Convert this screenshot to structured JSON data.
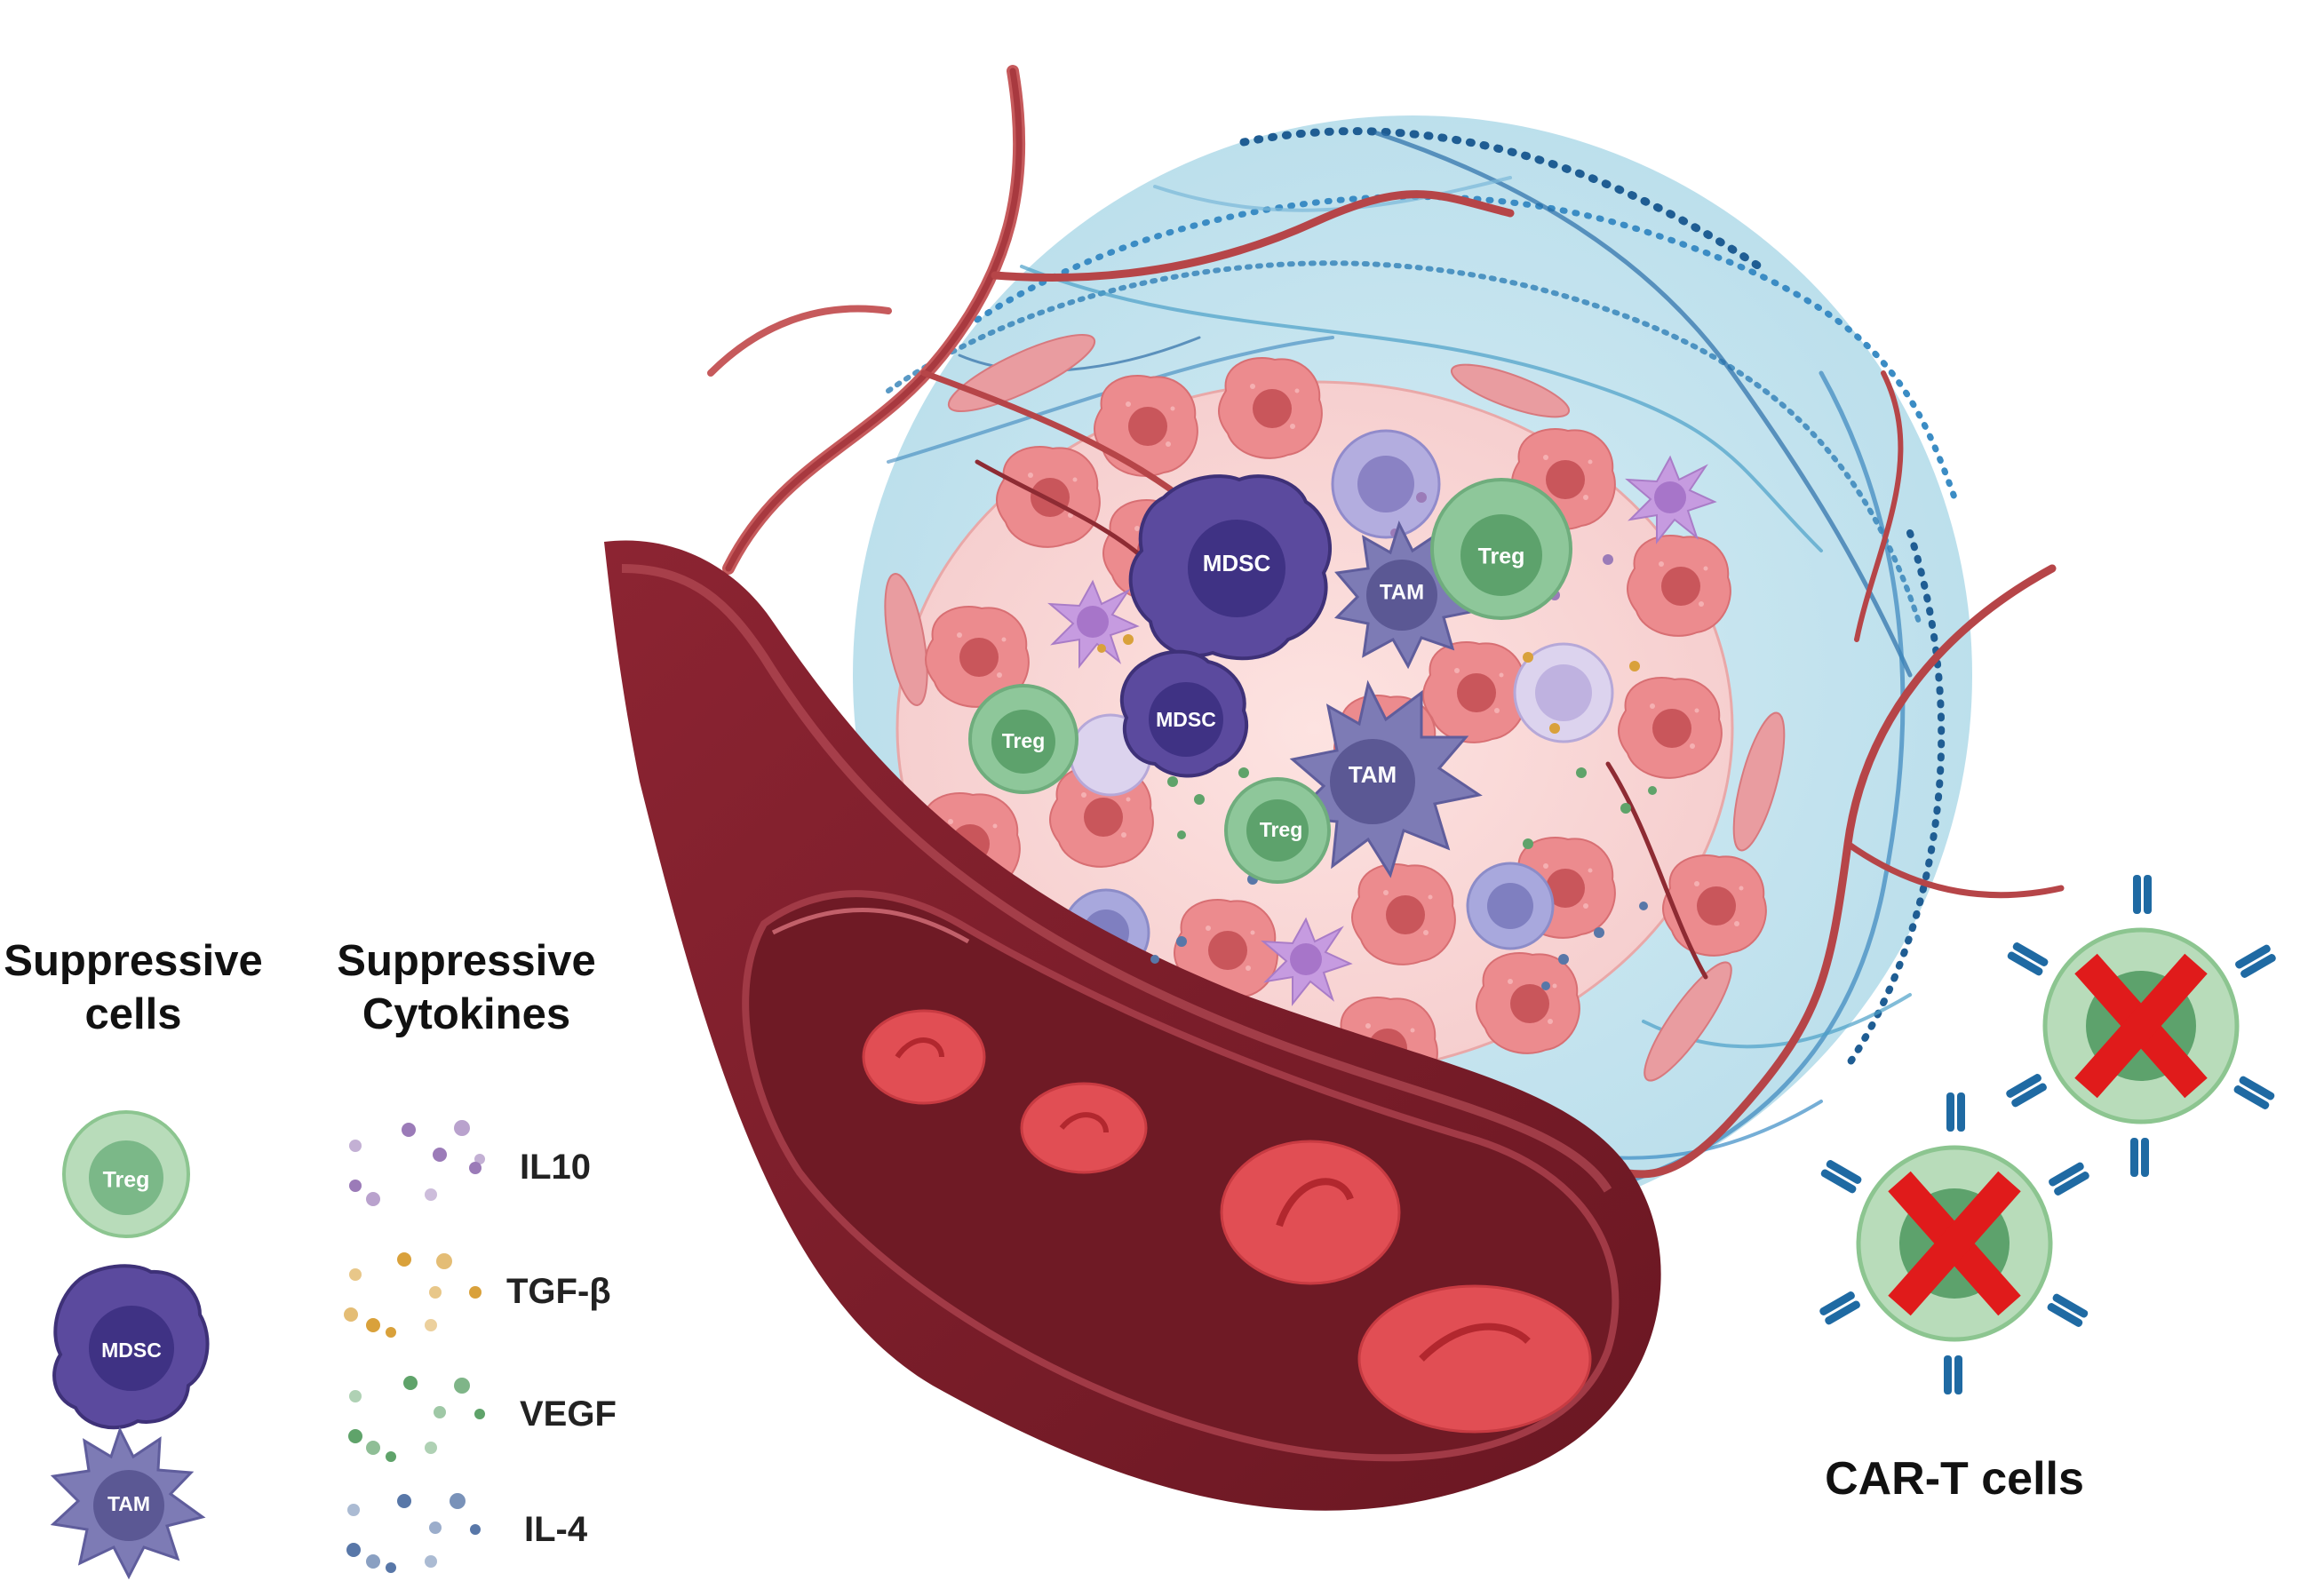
{
  "figure": {
    "cell_labels": {
      "treg": "Treg",
      "mdsc": "MDSC",
      "tam": "TAM"
    },
    "legend": {
      "cells_heading_line1": "Suppressive",
      "cells_heading_line2": "cells",
      "cytokines_heading_line1": "Suppressive",
      "cytokines_heading_line2": "Cytokines",
      "cytokines": [
        {
          "name": "IL10",
          "color": "#9b7bb8"
        },
        {
          "name": "TGF-β",
          "color": "#d9a13b"
        },
        {
          "name": "VEGF",
          "color": "#5fa36a"
        },
        {
          "name": "IL-4",
          "color": "#5877a8"
        }
      ]
    },
    "car_t_label": "CAR-T cells",
    "colors": {
      "treg": "#8ec79a",
      "mdsc": "#5b4a9e",
      "tam": "#7d7bb5",
      "tumor": "#e8868a",
      "vessel": "#7a1e2a",
      "rbc": "#e0494f",
      "ecm": "#2f6ea6",
      "x_mark": "#e01b1b"
    }
  }
}
